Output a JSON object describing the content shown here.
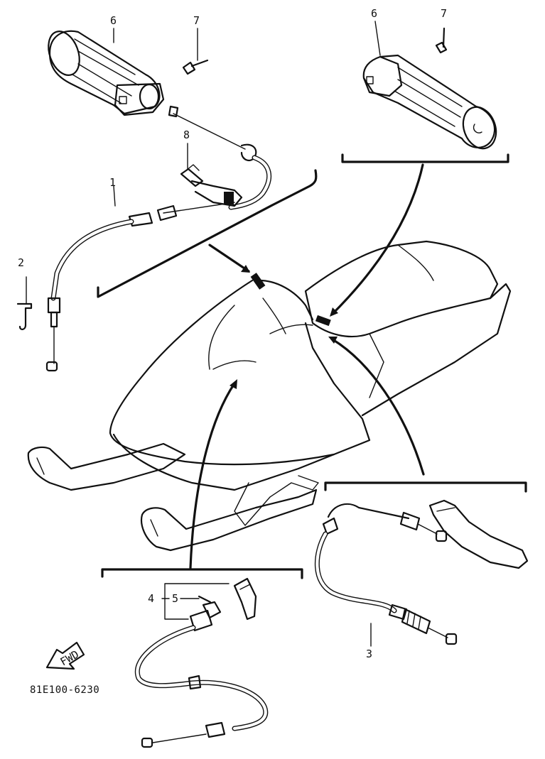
{
  "callouts": [
    {
      "id": "6a",
      "text": "6"
    },
    {
      "id": "7a",
      "text": "7"
    },
    {
      "id": "8",
      "text": "8"
    },
    {
      "id": "1",
      "text": "1"
    },
    {
      "id": "2",
      "text": "2"
    },
    {
      "id": "6b",
      "text": "6"
    },
    {
      "id": "7b",
      "text": "7"
    },
    {
      "id": "4",
      "text": "4"
    },
    {
      "id": "5",
      "text": "5"
    },
    {
      "id": "3",
      "text": "3"
    }
  ],
  "fwd_badge": "FWD",
  "diagram_code": "81E100-6230",
  "colors": {
    "ink": "#111111",
    "paper": "#ffffff"
  }
}
